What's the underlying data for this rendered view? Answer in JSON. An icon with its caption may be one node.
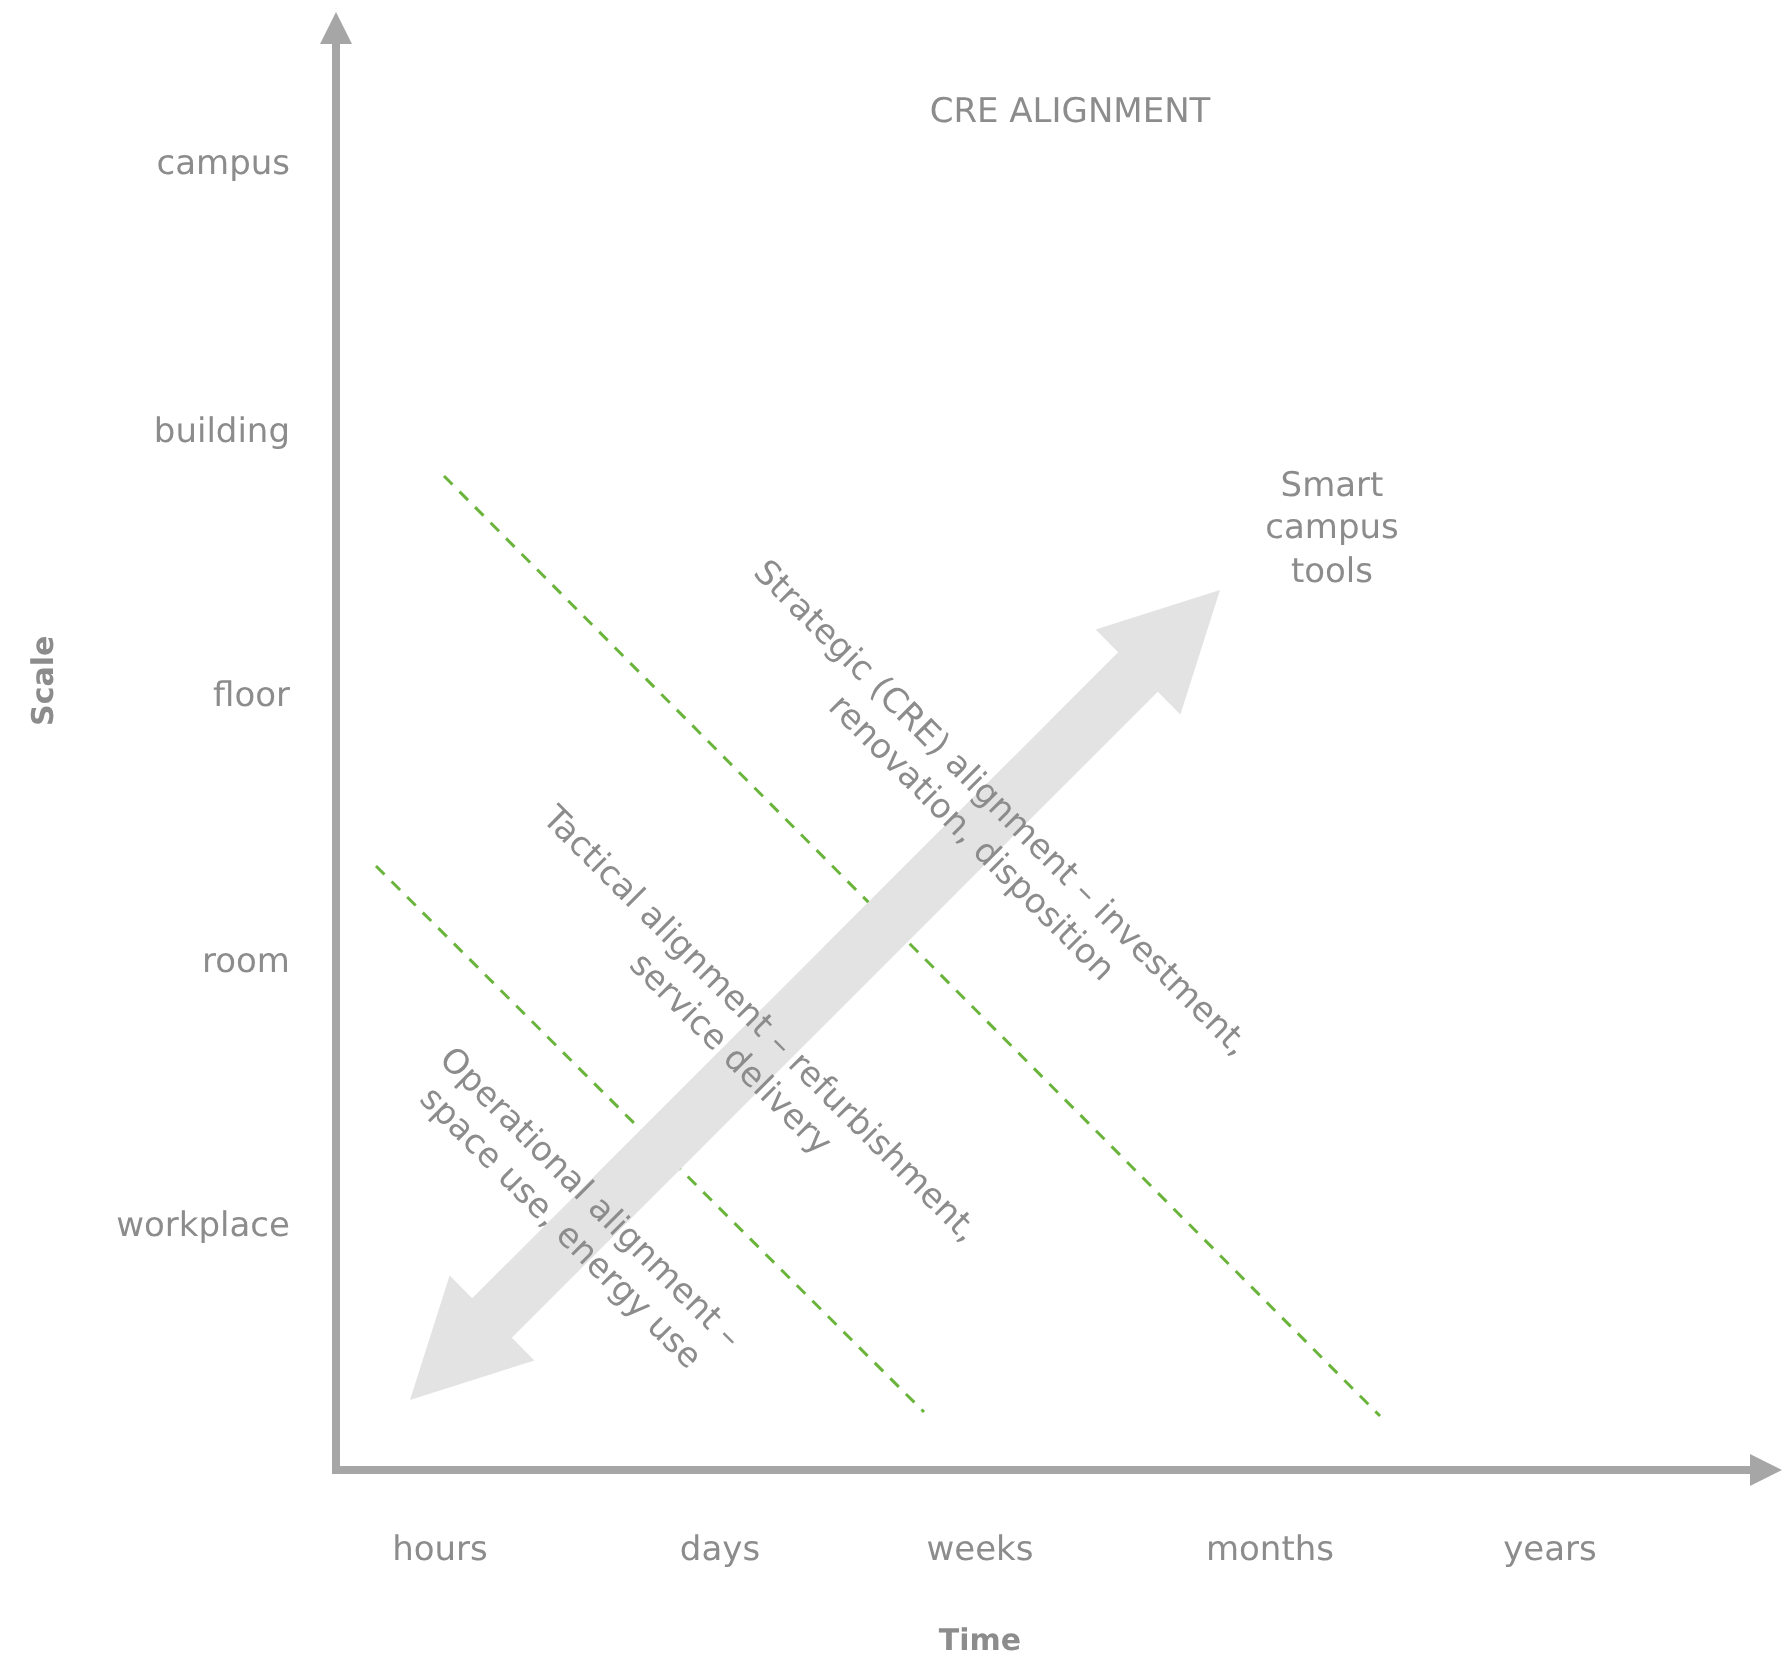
{
  "diagram": {
    "title": "CRE ALIGNMENT",
    "labels": [
      "campus",
      "building",
      "Smart campus tools",
      "floor",
      "Strategic (CRE) alignment – investment, renovation, disposition",
      "Tactical alignment – refurbishment, service delivery",
      "room",
      "Operational alignment – space use, energy use",
      "workplace",
      "hours",
      "days",
      "weeks",
      "months",
      "years",
      "Scale",
      "Time"
    ]
  }
}
